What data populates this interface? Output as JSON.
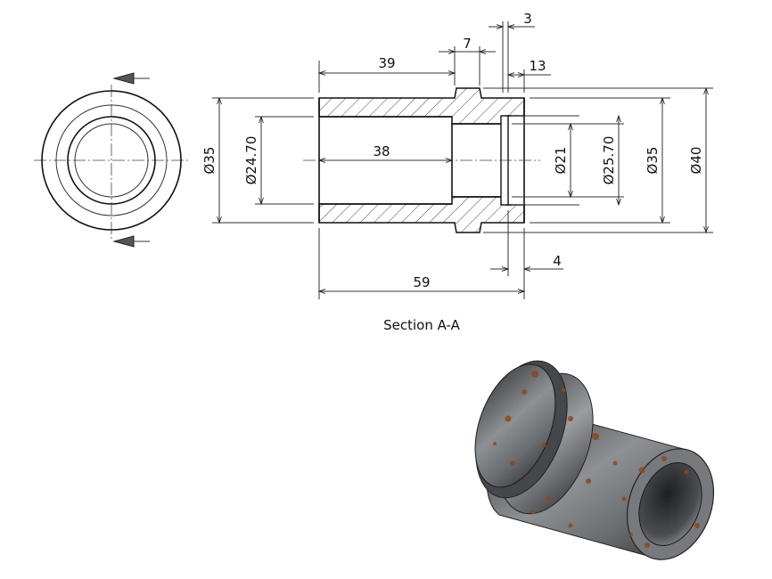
{
  "section_view": {
    "caption": "Section A-A",
    "dimensions": {
      "length_39": "39",
      "length_7": "7",
      "length_3": "3",
      "length_13": "13",
      "length_38": "38",
      "length_59": "59",
      "length_4": "4",
      "dia_35_left": "Ø35",
      "dia_24_70": "Ø24.70",
      "dia_21": "Ø21",
      "dia_25_70": "Ø25.70",
      "dia_35_right": "Ø35",
      "dia_40": "Ø40"
    }
  },
  "colors": {
    "line": "#111111",
    "metal_dark": "#3d3f42",
    "metal_light": "#8a8d90",
    "rust": "#8a4a1c"
  }
}
